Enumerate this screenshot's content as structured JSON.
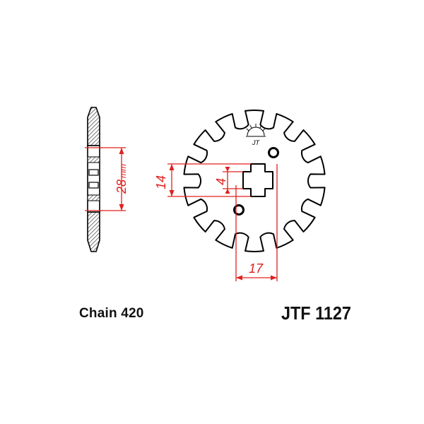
{
  "labels": {
    "chain": "Chain 420",
    "part_number": "JTF 1127"
  },
  "dimensions": {
    "hub_diameter": "28",
    "hub_unit": "mm",
    "tooth_height": "14",
    "spline_width": "4",
    "bore_width": "17"
  },
  "logo_text": "JT",
  "colors": {
    "outline": "#000000",
    "dimension": "#e0211d",
    "hatch": "#555555"
  }
}
